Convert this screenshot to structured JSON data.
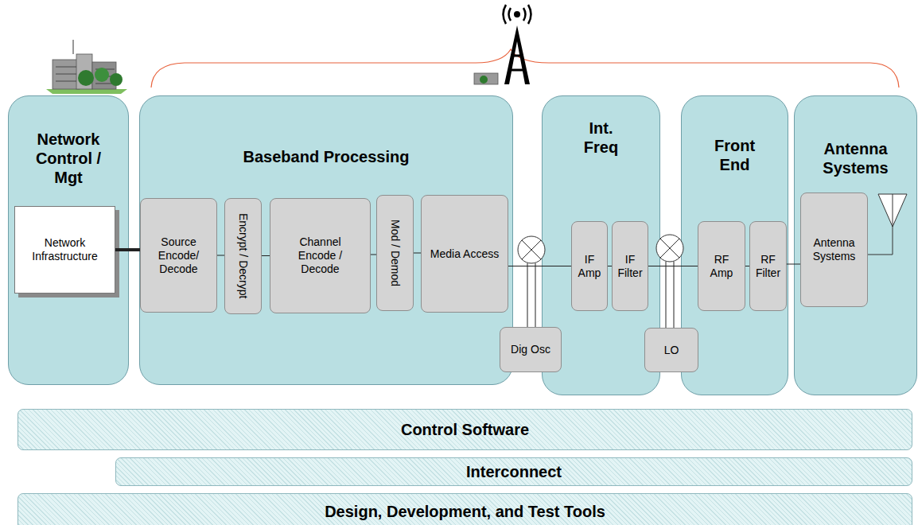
{
  "diagram": {
    "nodes": [
      {
        "text": [
          "Network Control / Mgt"
        ]
      },
      {
        "text": [
          "Network Infrastructure"
        ],
        "in": 0
      },
      {
        "text": [
          "Baseband Processing"
        ]
      },
      {
        "text": [
          "Source Encode/ Decode"
        ],
        "in": 2
      },
      {
        "text": [
          "Encrypt / Decrypt"
        ],
        "in": 2
      },
      {
        "text": [
          "Channel Encode / Decode"
        ],
        "in": 2
      },
      {
        "text": [
          "Mod / Demod"
        ],
        "in": 2
      },
      {
        "text": [
          "Media Access"
        ],
        "in": 2
      },
      {
        "text": [
          "Int. Freq"
        ]
      },
      {
        "text": [
          "IF Amp"
        ],
        "in": 8
      },
      {
        "text": [
          "IF Filter"
        ],
        "in": 8
      },
      {
        "text": [
          "Front End"
        ]
      },
      {
        "text": [
          "RF Amp"
        ],
        "in": 11
      },
      {
        "text": [
          "RF Filter"
        ],
        "in": 11
      },
      {
        "text": [
          "Antenna Systems"
        ]
      },
      {
        "text": [
          "Antenna Systems"
        ],
        "in": 14
      },
      {
        "text": [
          "Dig Osc"
        ]
      },
      {
        "text": [
          "LO"
        ]
      },
      {
        "text": [
          "Control Software"
        ]
      },
      {
        "text": [
          "Interconnect"
        ]
      },
      {
        "text": [
          "Design, Development, and Test Tools"
        ]
      }
    ],
    "edges": [
      {
        "from": 1,
        "to": 3,
        "arrow": "none"
      },
      {
        "from": 3,
        "to": 4,
        "arrow": "none"
      },
      {
        "from": 4,
        "to": 5,
        "arrow": "none"
      },
      {
        "from": 5,
        "to": 6,
        "arrow": "none"
      },
      {
        "from": 6,
        "to": 7,
        "arrow": "none"
      },
      {
        "from": 7,
        "to": 9,
        "arrow": "none"
      },
      {
        "from": 9,
        "to": 10,
        "arrow": "none"
      },
      {
        "from": 10,
        "to": 12,
        "arrow": "none"
      },
      {
        "from": 12,
        "to": 13,
        "arrow": "none"
      },
      {
        "from": 13,
        "to": 15,
        "arrow": "none"
      }
    ]
  }
}
